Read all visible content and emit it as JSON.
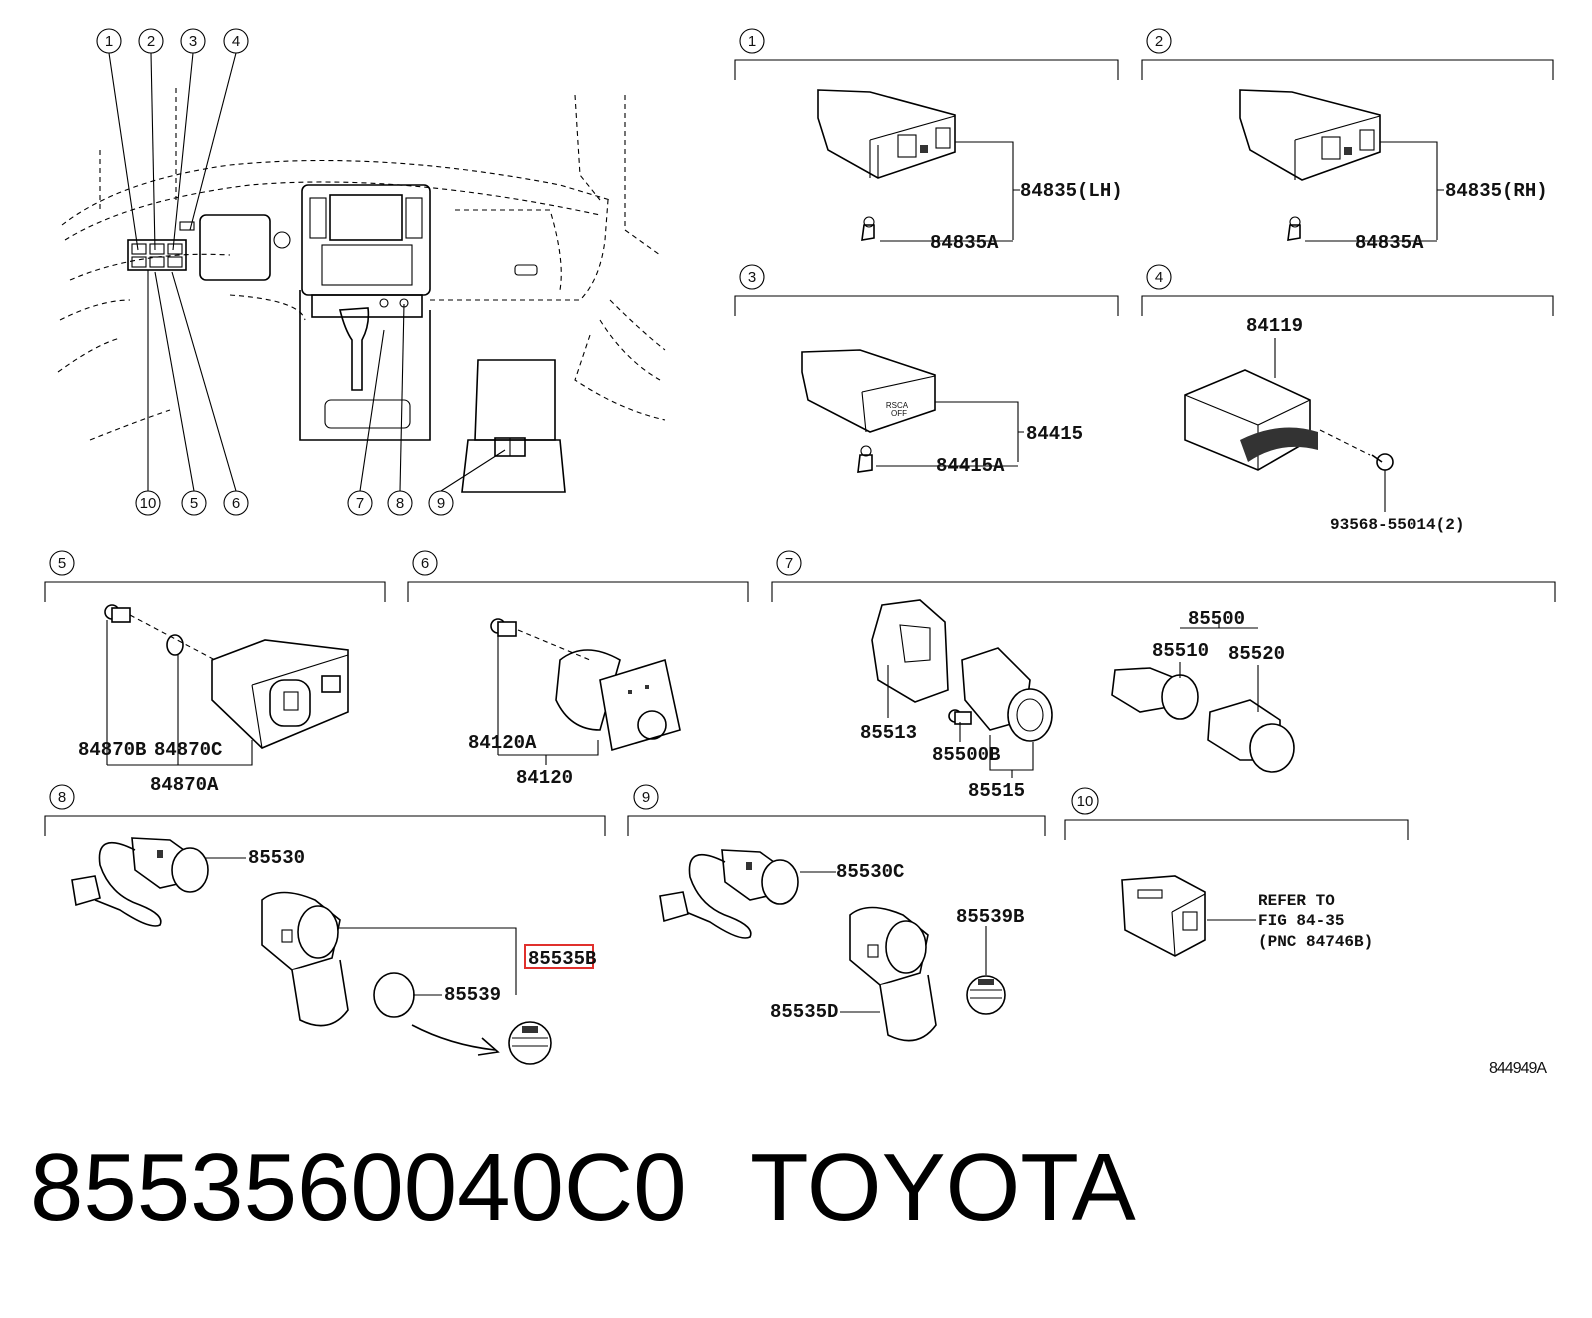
{
  "overview": {
    "callouts_top": [
      "1",
      "2",
      "3",
      "4"
    ],
    "callouts_bottom": [
      "10",
      "5",
      "6",
      "7",
      "8",
      "9"
    ]
  },
  "sections": [
    {
      "number": "1",
      "labels": [
        "84835(LH)",
        "84835A"
      ]
    },
    {
      "number": "2",
      "labels": [
        "84835(RH)",
        "84835A"
      ]
    },
    {
      "number": "3",
      "labels": [
        "84415",
        "84415A"
      ],
      "switch_text": [
        "RSCA",
        "OFF"
      ]
    },
    {
      "number": "4",
      "labels": [
        "84119",
        "93568-55014(2)"
      ]
    },
    {
      "number": "5",
      "labels": [
        "84870B",
        "84870C",
        "84870A"
      ]
    },
    {
      "number": "6",
      "labels": [
        "84120A",
        "84120"
      ]
    },
    {
      "number": "7",
      "labels": [
        "85500",
        "85510",
        "85520",
        "85513",
        "85500B",
        "85515"
      ]
    },
    {
      "number": "8",
      "labels": [
        "85530",
        "85535B",
        "85539"
      ],
      "highlighted": "85535B",
      "highlight_color": "#e0302c"
    },
    {
      "number": "9",
      "labels": [
        "85530C",
        "85539B",
        "85535D"
      ]
    },
    {
      "number": "10",
      "refer_lines": [
        "REFER TO",
        "FIG 84-35",
        "(PNC 84746B)"
      ]
    }
  ],
  "figure_code": "844949A",
  "footer": {
    "part_number": "8553560040C0",
    "brand": "TOYOTA"
  }
}
